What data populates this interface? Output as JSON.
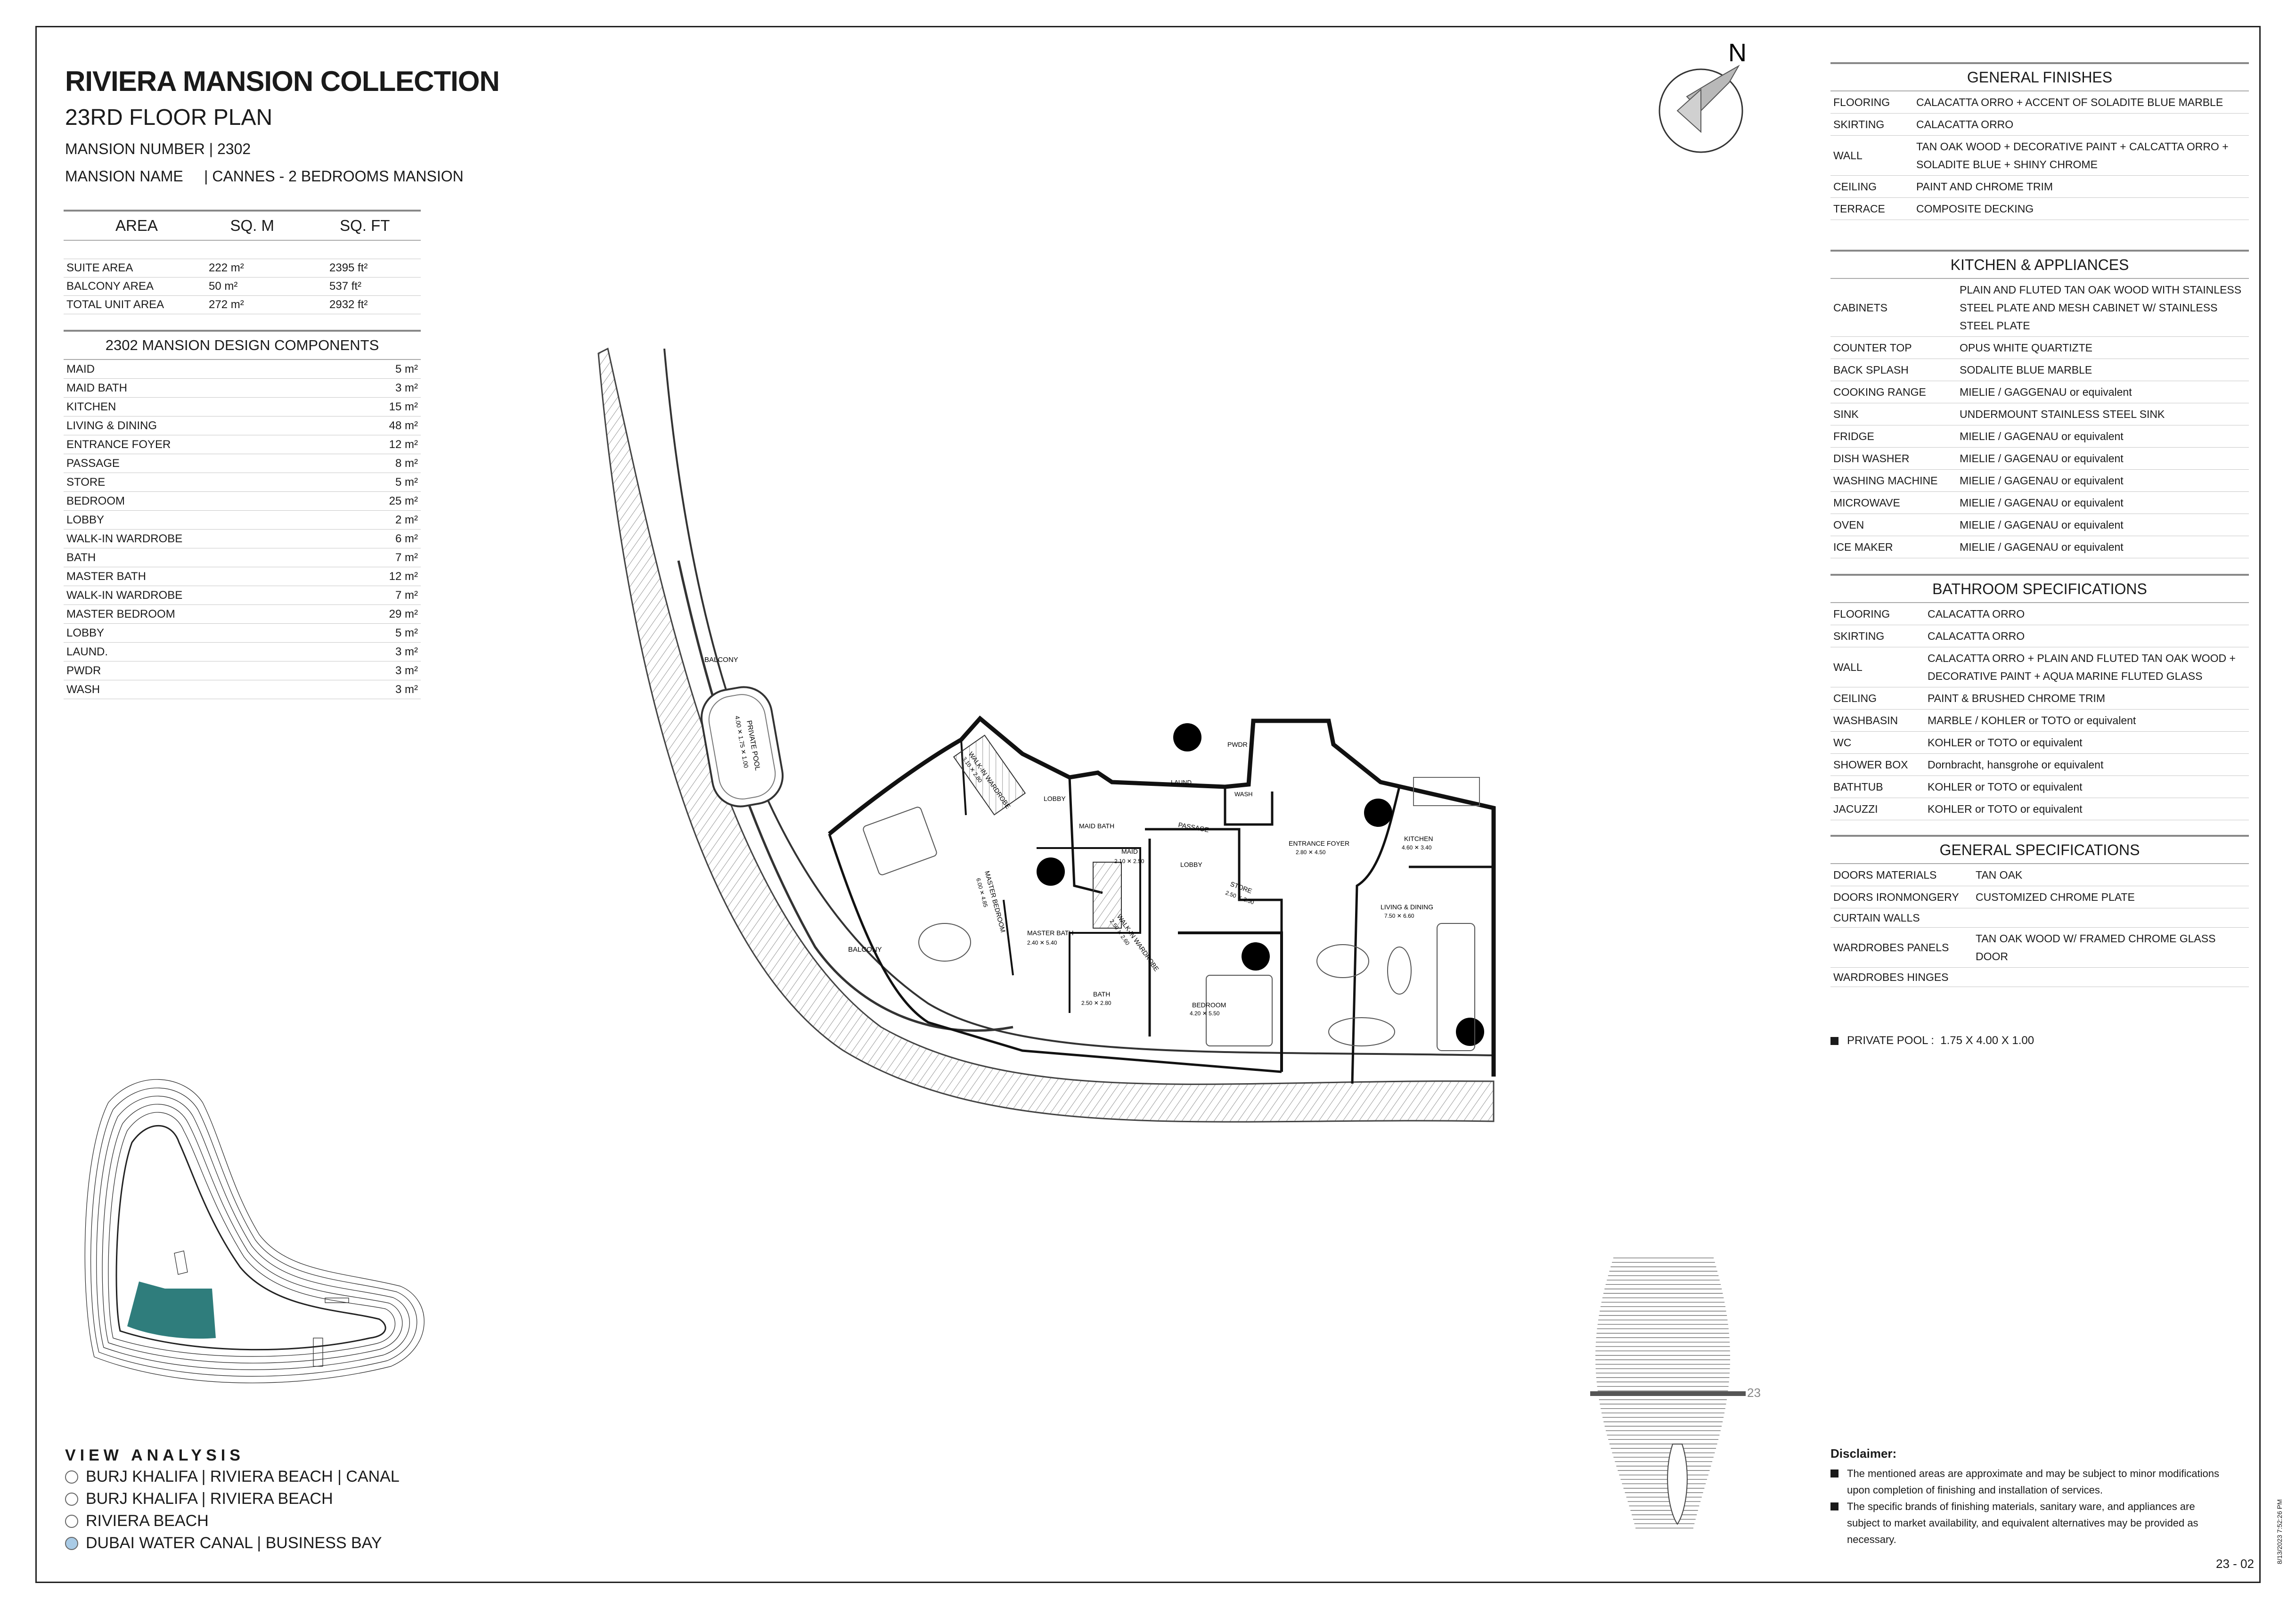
{
  "header": {
    "title": "RIVIERA MANSION COLLECTION",
    "floor": "23RD FLOOR PLAN",
    "number_line": "MANSION NUMBER | 2302",
    "name_line": "MANSION NAME     | CANNES - 2 BEDROOMS MANSION"
  },
  "area_table": {
    "headers": [
      "AREA",
      "SQ. M",
      "SQ. FT"
    ],
    "rows": [
      [
        "SUITE AREA",
        "222 m²",
        "2395 ft²"
      ],
      [
        "BALCONY AREA",
        "50 m²",
        "537 ft²"
      ],
      [
        "TOTAL UNIT AREA",
        "272 m²",
        "2932 ft²"
      ]
    ]
  },
  "components": {
    "title": "2302 MANSION DESIGN COMPONENTS",
    "rows": [
      [
        "MAID",
        "5 m²"
      ],
      [
        "MAID BATH",
        "3 m²"
      ],
      [
        "KITCHEN",
        "15 m²"
      ],
      [
        "LIVING & DINING",
        "48 m²"
      ],
      [
        "ENTRANCE FOYER",
        "12 m²"
      ],
      [
        "PASSAGE",
        "8 m²"
      ],
      [
        "STORE",
        "5 m²"
      ],
      [
        "BEDROOM",
        "25 m²"
      ],
      [
        "LOBBY",
        "2 m²"
      ],
      [
        "WALK-IN WARDROBE",
        "6 m²"
      ],
      [
        "BATH",
        "7 m²"
      ],
      [
        "MASTER BATH",
        "12 m²"
      ],
      [
        "WALK-IN WARDROBE",
        "7 m²"
      ],
      [
        "MASTER BEDROOM",
        "29 m²"
      ],
      [
        "LOBBY",
        "5 m²"
      ],
      [
        "LAUND.",
        "3 m²"
      ],
      [
        "PWDR",
        "3 m²"
      ],
      [
        "WASH",
        "3 m²"
      ]
    ]
  },
  "compass": {
    "label": "N"
  },
  "general_finishes": {
    "title": "GENERAL FINISHES",
    "rows": [
      [
        "FLOORING",
        "CALACATTA ORRO + ACCENT OF SOLADITE BLUE MARBLE"
      ],
      [
        "SKIRTING",
        "CALACATTA ORRO"
      ],
      [
        "WALL",
        "TAN OAK WOOD + DECORATIVE PAINT + CALCATTA ORRO + SOLADITE BLUE + SHINY CHROME"
      ],
      [
        "CEILING",
        "PAINT AND CHROME TRIM"
      ],
      [
        "TERRACE",
        "COMPOSITE DECKING"
      ]
    ]
  },
  "kitchen": {
    "title": "KITCHEN & APPLIANCES",
    "rows": [
      [
        "CABINETS",
        "PLAIN AND FLUTED TAN OAK WOOD WITH STAINLESS STEEL PLATE AND MESH CABINET W/ STAINLESS STEEL PLATE"
      ],
      [
        "COUNTER TOP",
        "OPUS WHITE QUARTIZTE"
      ],
      [
        "BACK SPLASH",
        "SODALITE BLUE MARBLE"
      ],
      [
        "COOKING RANGE",
        "MIELIE / GAGGENAU or equivalent"
      ],
      [
        "SINK",
        "UNDERMOUNT STAINLESS STEEL SINK"
      ],
      [
        "FRIDGE",
        "MIELIE / GAGENAU or equivalent"
      ],
      [
        "DISH WASHER",
        "MIELIE / GAGENAU or equivalent"
      ],
      [
        "WASHING MACHINE",
        "MIELIE / GAGENAU or equivalent"
      ],
      [
        "MICROWAVE",
        "MIELIE / GAGENAU or equivalent"
      ],
      [
        "OVEN",
        "MIELIE / GAGENAU or equivalent"
      ],
      [
        "ICE MAKER",
        "MIELIE / GAGENAU or equivalent"
      ]
    ]
  },
  "bathroom": {
    "title": "BATHROOM SPECIFICATIONS",
    "rows": [
      [
        "FLOORING",
        "CALACATTA ORRO"
      ],
      [
        "SKIRTING",
        "CALACATTA ORRO"
      ],
      [
        "WALL",
        "CALACATTA ORRO + PLAIN AND FLUTED TAN OAK WOOD + DECORATIVE PAINT + AQUA MARINE FLUTED GLASS"
      ],
      [
        "CEILING",
        "PAINT & BRUSHED CHROME TRIM"
      ],
      [
        "WASHBASIN",
        "MARBLE / KOHLER or TOTO or equivalent"
      ],
      [
        "WC",
        "KOHLER or TOTO or equivalent"
      ],
      [
        "SHOWER BOX",
        "Dornbracht, hansgrohe or equivalent"
      ],
      [
        "BATHTUB",
        "KOHLER or TOTO or equivalent"
      ],
      [
        "JACUZZI",
        "KOHLER or TOTO or equivalent"
      ]
    ]
  },
  "general_specs": {
    "title": "GENERAL SPECIFICATIONS",
    "rows": [
      [
        "DOORS MATERIALS",
        "TAN OAK"
      ],
      [
        "DOORS IRONMONGERY",
        "CUSTOMIZED CHROME PLATE"
      ],
      [
        "CURTAIN WALLS",
        ""
      ],
      [
        "WARDROBES PANELS",
        "TAN OAK WOOD W/ FRAMED CHROME GLASS DOOR"
      ],
      [
        "WARDROBES HINGES",
        ""
      ]
    ]
  },
  "pool_note": "PRIVATE POOL :  1.75 X 4.00 X 1.00",
  "view_analysis": {
    "title": "VIEW ANALYSIS",
    "items": [
      {
        "label": "BURJ KHALIFA | RIVIERA BEACH | CANAL",
        "selected": false
      },
      {
        "label": "BURJ KHALIFA | RIVIERA BEACH",
        "selected": false
      },
      {
        "label": "RIVIERA BEACH",
        "selected": false
      },
      {
        "label": "DUBAI WATER CANAL | BUSINESS BAY",
        "selected": true
      }
    ],
    "selected_color": "#a9cbe6"
  },
  "disclaimer": {
    "title": "Disclaimer:",
    "items": [
      "The mentioned areas are approximate and may be subject to minor modifications  upon completion of finishing and installation of services.",
      "The specific brands of finishing materials, sanitary ware, and appliances are subject to market availability, and equivalent alternatives may be provided as necessary."
    ]
  },
  "sheet_number": "23 - 02",
  "timestamp": "8/13/2023 7:52:26 PM",
  "floor_marker": "23",
  "plan_labels": {
    "balcony_top": "BALCONY",
    "balcony_bottom": "BALCONY",
    "pool": "PRIVATE POOL",
    "pool_dim": "4.00 ✕ 1.75 ✕ 1.00",
    "walkin_1": "WALK-IN WARDROBE",
    "walkin_1_dim": "3.10 ✕ 2.80",
    "lobby_1": "LOBBY",
    "maid_bath": "MAID BATH",
    "maid": "MAID",
    "maid_dim": "2.10 ✕ 2.50",
    "master_bedroom": "MASTER BEDROOM",
    "master_bedroom_dim": "6.00 ✕ 4.85",
    "master_bath": "MASTER BATH",
    "master_bath_dim": "2.40 ✕ 5.40",
    "walkin_2": "WALK-IN WARDROBE",
    "walkin_2_dim": "2.50 ✕ 2.60",
    "bath": "BATH",
    "bath_dim": "2.50 ✕ 2.80",
    "lobby_2": "LOBBY",
    "store": "STORE",
    "store_dim": "2.50 ✕ 2.50",
    "bedroom": "BEDROOM",
    "bedroom_dim": "4.20 ✕ 5.50",
    "pwdr": "PWDR",
    "laund": "LAUND.",
    "wash": "WASH",
    "passage": "PASSAGE",
    "foyer": "ENTRANCE FOYER",
    "foyer_dim": "2.80 ✕ 4.50",
    "kitchen": "KITCHEN",
    "kitchen_dim": "4.60 ✕ 3.40",
    "living": "LIVING & DINING",
    "living_dim": "7.50 ✕ 6.60"
  }
}
